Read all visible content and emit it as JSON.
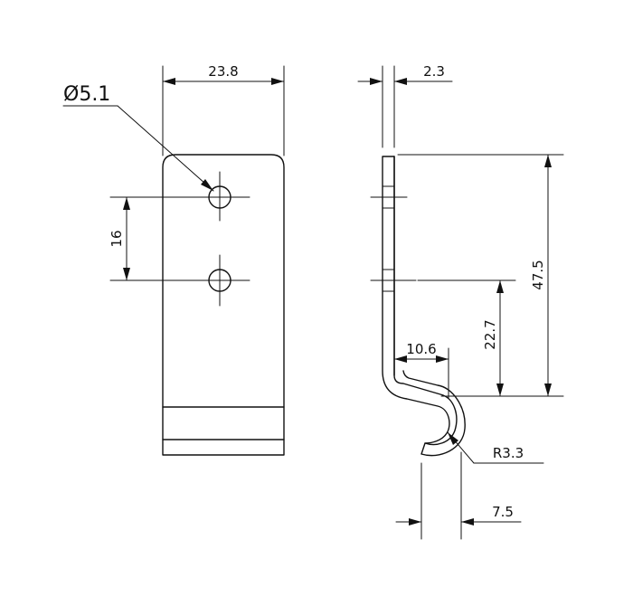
{
  "drawing": {
    "front_view": {
      "width_dim": "23.8",
      "hole_dia_dim": "Ø5.1",
      "hole_spacing_dim": "16"
    },
    "side_view": {
      "thickness_dim": "2.3",
      "overall_height_dim": "47.5",
      "lower_hole_height_dim": "22.7",
      "offset_dim": "10.6",
      "bend_radius_dim": "R3.3",
      "hook_width_dim": "7.5"
    }
  }
}
